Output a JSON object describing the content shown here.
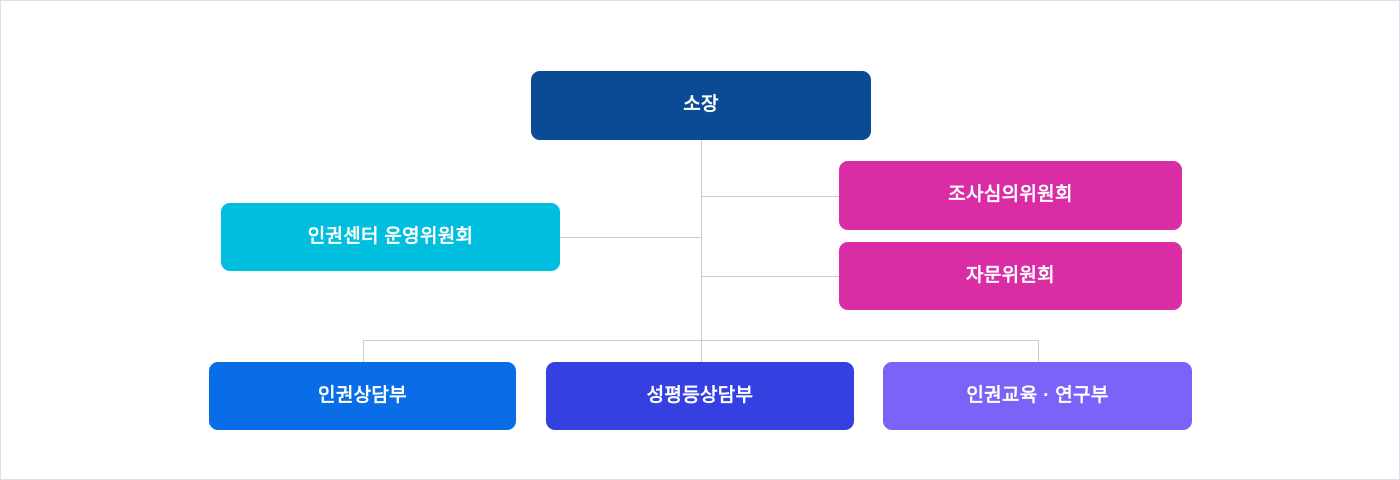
{
  "diagram": {
    "type": "organization-chart",
    "title": "",
    "background_color": "#ffffff",
    "border_color": "#dcdfe3",
    "connector_color": "#c9ccd1"
  },
  "nodes": {
    "director": {
      "label": "소장",
      "color": "#0b4a95",
      "level": "top"
    },
    "steering_committee": {
      "label": "인권센터 운영위원회",
      "color": "#00bede",
      "level": "side-left"
    },
    "investigation_committee": {
      "label": "조사심의위원회",
      "color": "#da2ca5",
      "level": "side-right"
    },
    "advisory_committee": {
      "label": "자문위원회",
      "color": "#da2ca5",
      "level": "side-right"
    },
    "departments": [
      {
        "label": "인권상담부",
        "color": "#0a6de8"
      },
      {
        "label": "성평등상담부",
        "color": "#3540e0"
      },
      {
        "label": "인권교육 · 연구부",
        "color": "#7b63f7"
      }
    ]
  }
}
